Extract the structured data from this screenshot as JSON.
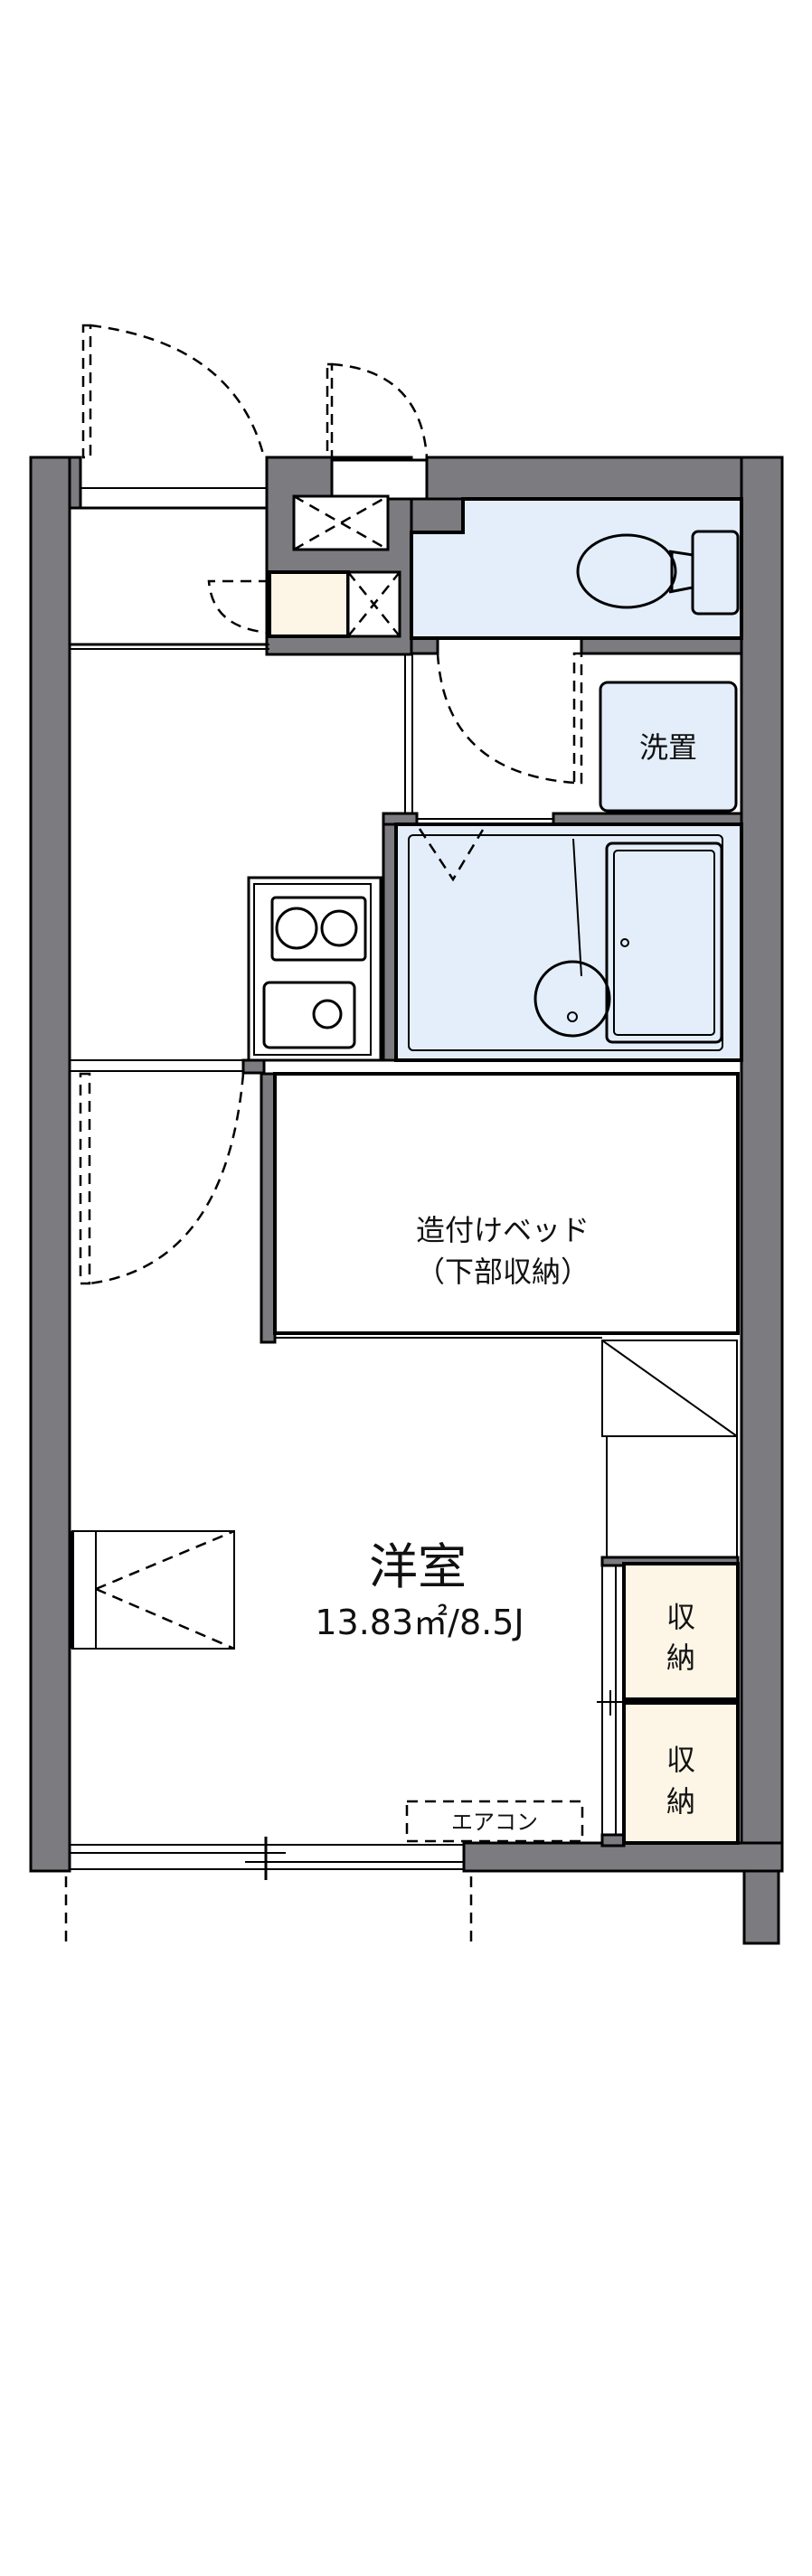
{
  "colors": {
    "wall": "#7b7b80",
    "wet_area": "#e4eefb",
    "storage": "#fdf5e5"
  },
  "rooms": {
    "main_room": {
      "label": "洋室",
      "size": "13.83㎡/8.5J"
    },
    "built_in_bed": {
      "label": "造付けベッド",
      "sub": "（下部収納）"
    },
    "washer": {
      "label": "洗置"
    },
    "storage_1": {
      "line1": "収",
      "line2": "納"
    },
    "storage_2": {
      "line1": "収",
      "line2": "納"
    },
    "aircon": {
      "label": "エアコン"
    }
  }
}
